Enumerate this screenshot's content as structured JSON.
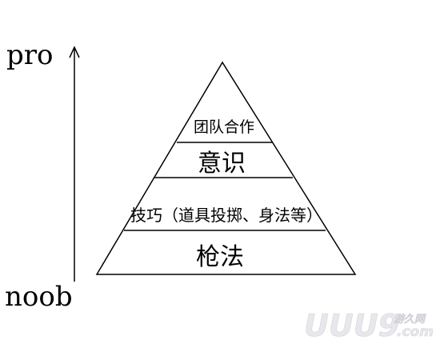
{
  "axis": {
    "top_label": "pro",
    "bottom_label": "noob"
  },
  "pyramid": {
    "tiers": [
      {
        "label": "团队合作"
      },
      {
        "label": "意识"
      },
      {
        "label": "技巧（道具投掷、身法等）"
      },
      {
        "label": "枪法"
      }
    ]
  },
  "watermark": {
    "main": "UUU9",
    "domain": "游久网",
    "suffix": ".com"
  }
}
